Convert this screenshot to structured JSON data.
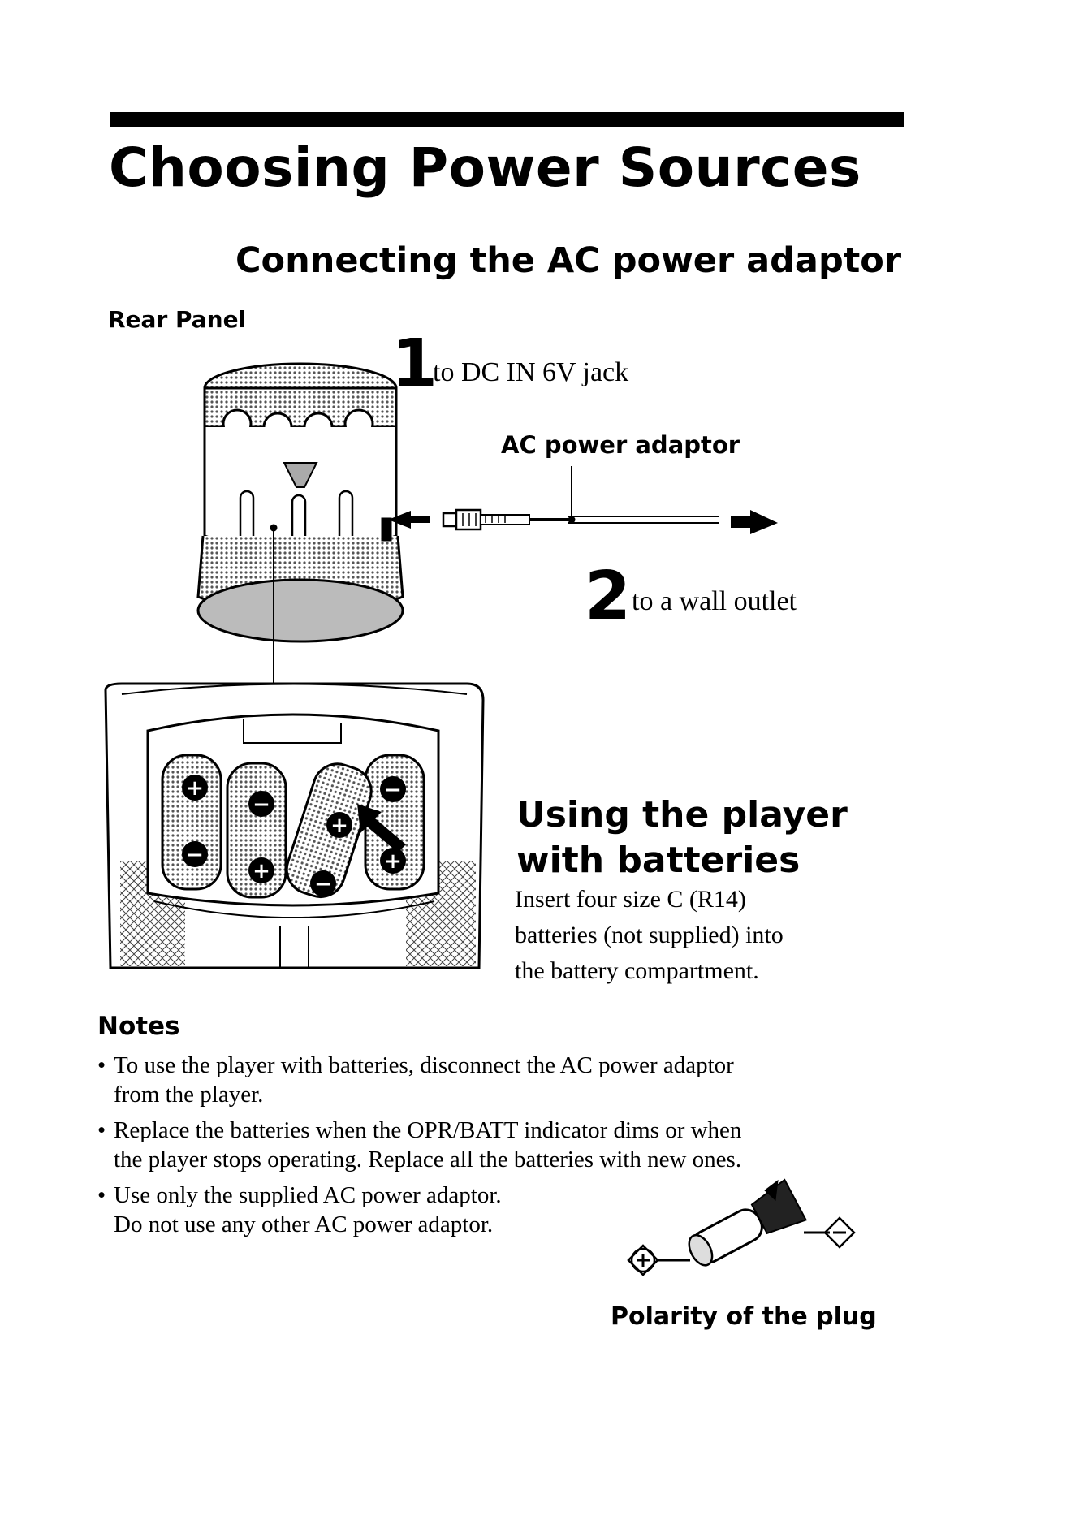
{
  "title": "Choosing Power Sources",
  "section_ac": {
    "heading": "Connecting the AC power adaptor",
    "rear_panel_label": "Rear Panel",
    "step1": {
      "number": "1",
      "text": "to DC IN 6V jack"
    },
    "adaptor_label": "AC power adaptor",
    "step2": {
      "number": "2",
      "text": "to a wall outlet"
    }
  },
  "section_batteries": {
    "heading_lines": [
      "Using the player",
      "with batteries"
    ],
    "body_lines": [
      "Insert four size C (R14)",
      "batteries (not supplied) into",
      "the battery compartment."
    ]
  },
  "notes": {
    "heading": "Notes",
    "items": [
      {
        "lines": [
          "To use the player with batteries, disconnect the AC power adaptor",
          "from the player."
        ]
      },
      {
        "lines": [
          "Replace the batteries when the OPR/BATT indicator dims or when",
          "the player stops operating.  Replace all the batteries with new ones."
        ]
      },
      {
        "lines": [
          "Use only the supplied AC power adaptor.",
          "Do not use any other AC power adaptor."
        ]
      }
    ]
  },
  "plug_label": "Polarity of the plug",
  "icons": [
    "player-illustration",
    "battery-compartment-illustration",
    "arrow-left-icon",
    "arrow-right-icon",
    "plug-polarity-icon"
  ]
}
